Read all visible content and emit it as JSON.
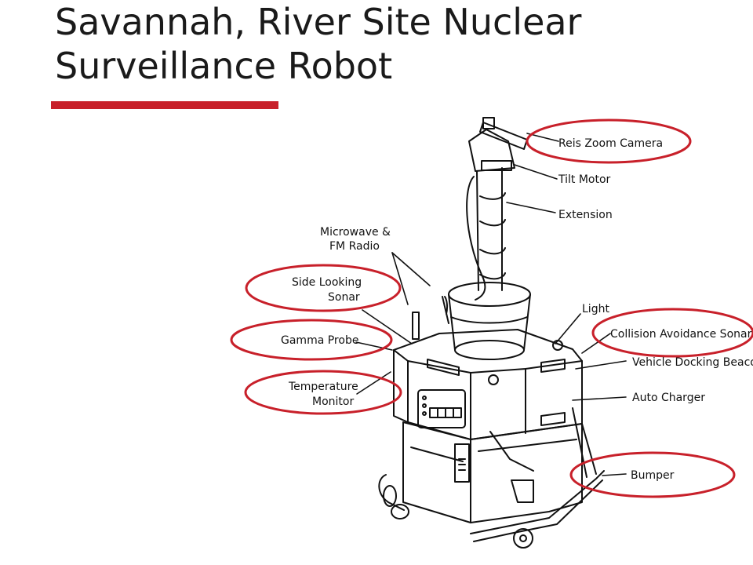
{
  "slide": {
    "title_line1": "Savannah, River Site Nuclear",
    "title_line2": "Surveillance Robot"
  },
  "colors": {
    "accent": "#c8202a",
    "ellipse": "#c8202a",
    "ink": "#111111"
  },
  "labels": {
    "reis_zoom_camera": "Reis Zoom Camera",
    "tilt_motor": "Tilt Motor",
    "extension": "Extension",
    "microwave_line1": "Microwave &",
    "microwave_line2": "FM Radio",
    "side_looking_line1": "Side Looking",
    "side_looking_line2": "Sonar",
    "gamma_probe": "Gamma Probe",
    "temperature_line1": "Temperature",
    "temperature_line2": "Monitor",
    "light": "Light",
    "collision_avoidance_sonar": "Collision Avoidance Sonar",
    "vehicle_docking_beacon": "Vehicle Docking Beacon",
    "auto_charger": "Auto Charger",
    "bumper": "Bumper"
  }
}
